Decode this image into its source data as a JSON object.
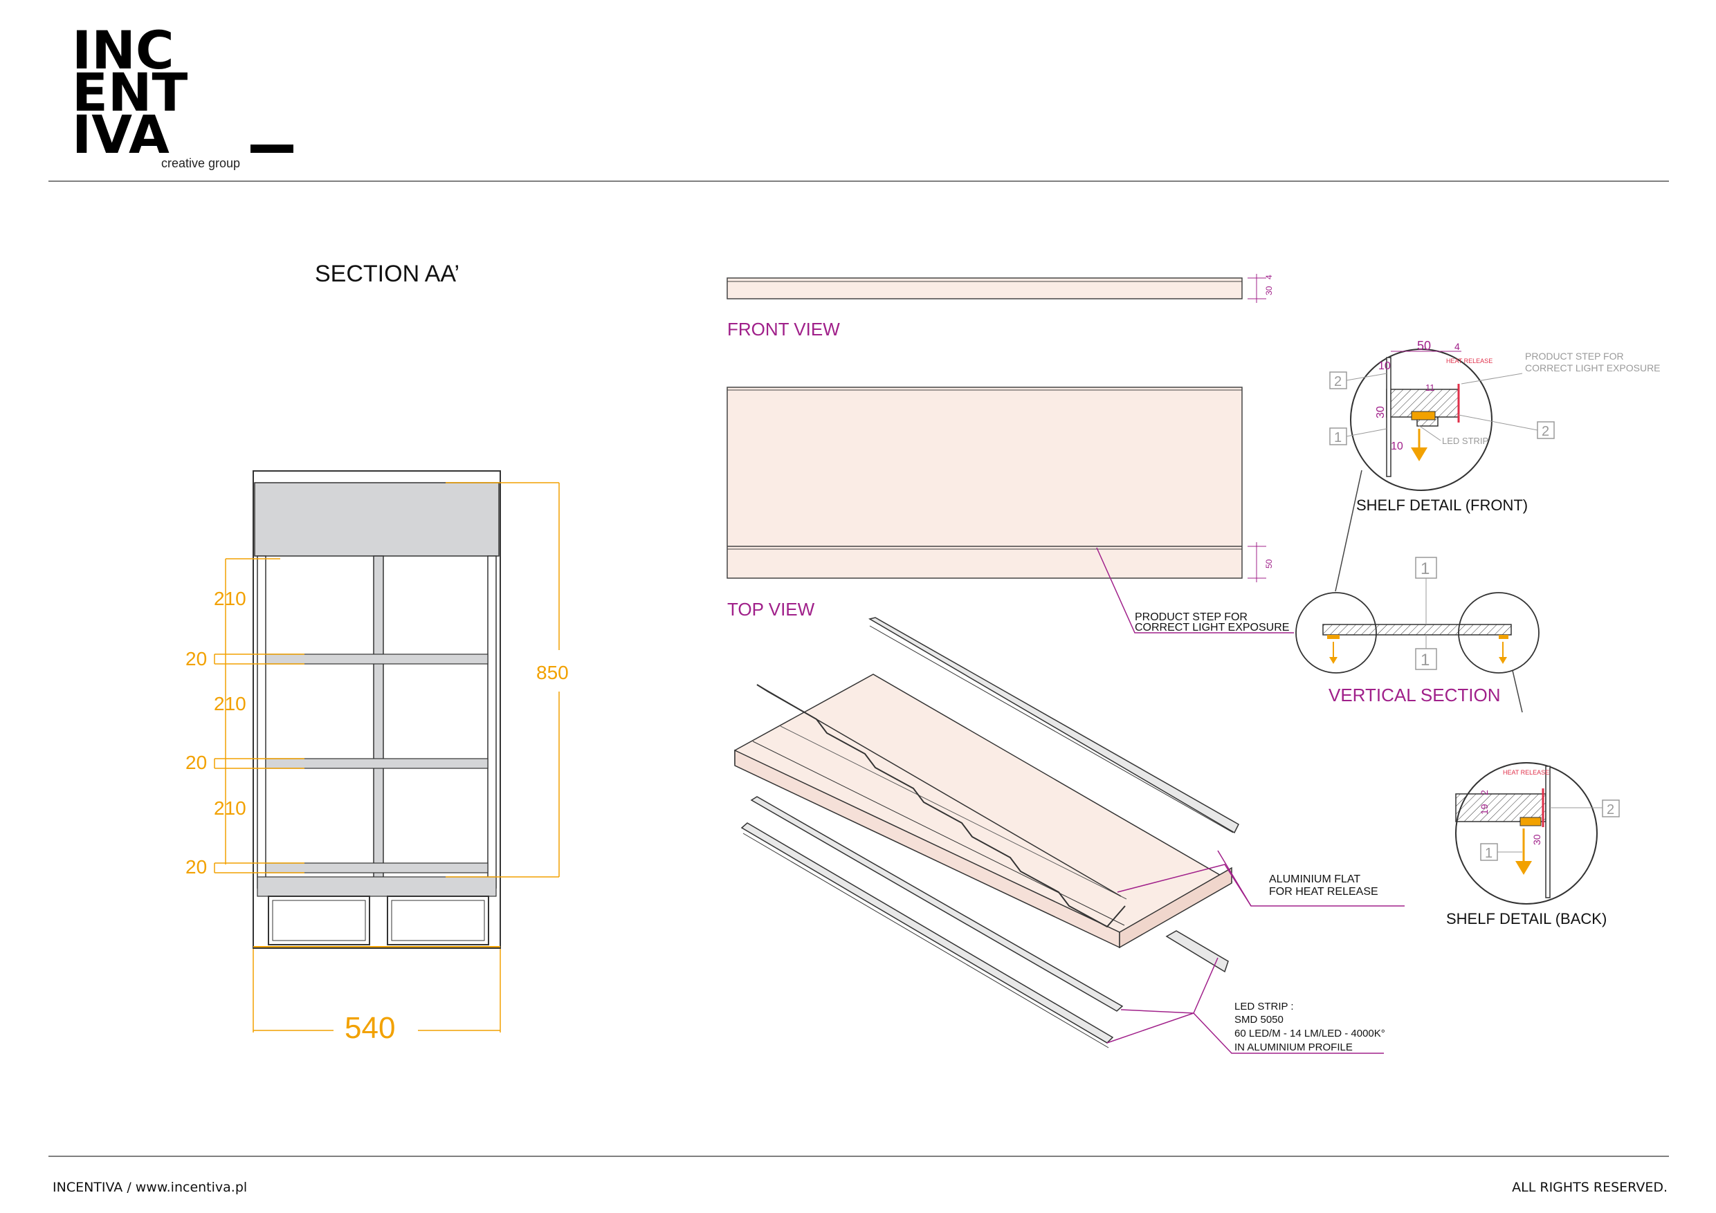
{
  "header": {
    "logo_lines": [
      "INC",
      "ENT",
      "IVA"
    ],
    "logo_tagline": "creative  group"
  },
  "section": {
    "title": "SECTION AA’",
    "dims_left": [
      "210",
      "20",
      "210",
      "20",
      "210",
      "20"
    ],
    "dim_height": "850",
    "dim_width": "540"
  },
  "views": {
    "front_view_label": "FRONT VIEW",
    "front_dims": [
      "30",
      "4"
    ],
    "top_view_label": "TOP VIEW",
    "top_dim": "50",
    "product_step_note": [
      "PRODUCT STEP FOR",
      "CORRECT LIGHT EXPOSURE"
    ],
    "aluminium_note": [
      "ALUMINIUM FLAT",
      "FOR HEAT RELEASE"
    ],
    "led_note": [
      "LED STRIP :",
      "SMD 5050",
      "60 LED/M - 14 LM/LED - 4000K°",
      "IN ALUMINIUM PROFILE"
    ]
  },
  "details": {
    "front_title": "SHELF DETAIL (FRONT)",
    "back_title": "SHELF DETAIL (BACK)",
    "vertical_title": "VERTICAL SECTION",
    "front_dims": [
      "50",
      "4",
      "10",
      "30",
      "10",
      "11"
    ],
    "heat_release": "HEAT RELEASE",
    "product_step": [
      "PRODUCT STEP FOR",
      "CORRECT LIGHT EXPOSURE"
    ],
    "led_strip": "LED STRIP",
    "tags": [
      "1",
      "2"
    ],
    "back_dims": [
      "2",
      "19",
      "30"
    ]
  },
  "footer": {
    "left": "INCENTIVA  /  www.incentiva.pl",
    "right": "ALL RIGHTS RESERVED."
  },
  "colors": {
    "accent_magenta": "#a0208a",
    "dim_orange": "#f2a100",
    "panel_fill": "#faece5",
    "shelf_grey": "#d4d5d7",
    "tag_grey": "#9a9a9a",
    "heat_red": "#e0304a"
  }
}
